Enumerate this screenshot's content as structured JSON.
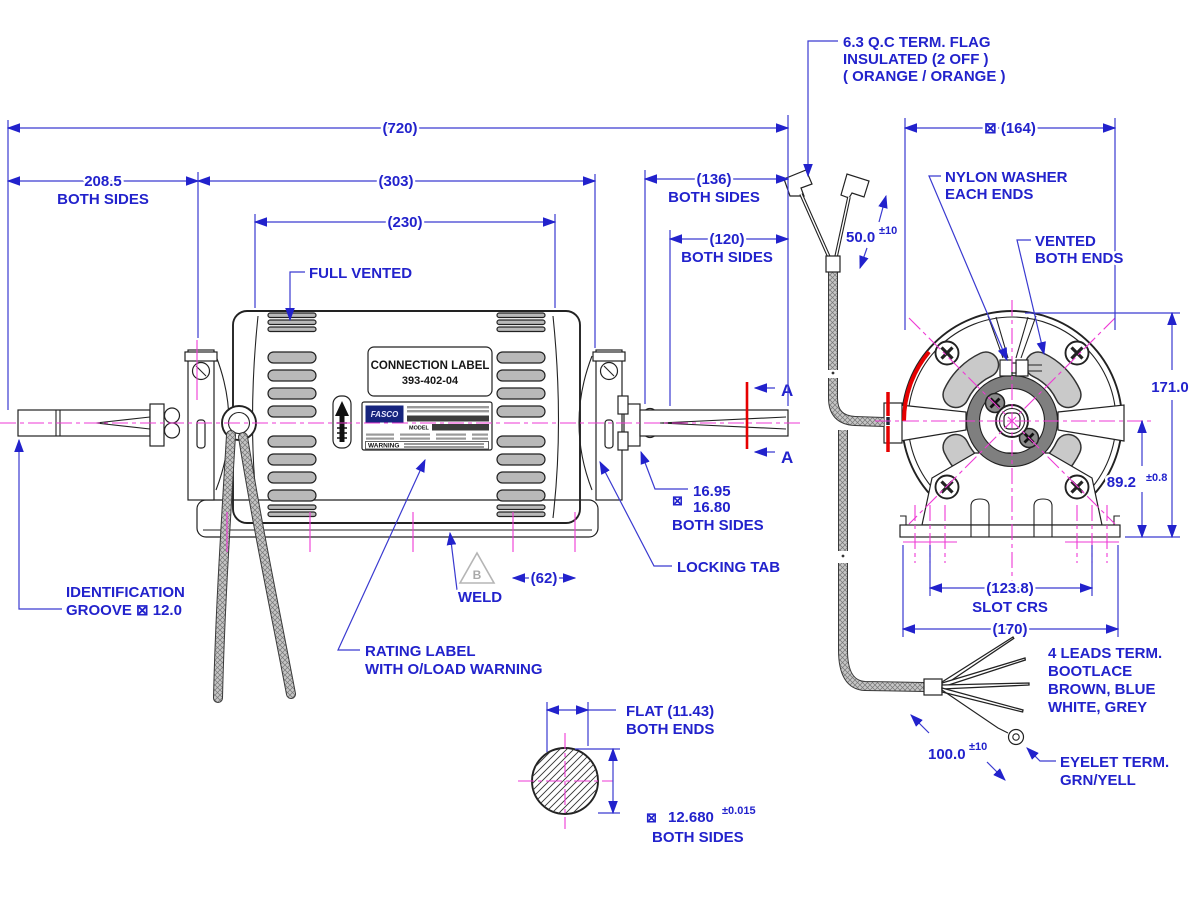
{
  "colors": {
    "dim_blue": "#2222cc",
    "line_dark": "#222222",
    "centerline_magenta": "#ee3ad4",
    "section_red": "#e60000",
    "slot_grey": "#b9b9b9",
    "logo_blue": "#16247e"
  },
  "dims": {
    "overall_length": "(720)",
    "shaft_ext": "208.5",
    "both_sides": "BOTH SIDES",
    "frame_length": "(303)",
    "vent_span": "(230)",
    "shaft_len_136": "(136)",
    "shaft_len_120": "(120)",
    "slot_62": "(62)",
    "dia_164": "⊠ (164)",
    "flag_50": "50.0",
    "flag_50_tol": "±10",
    "height_171": "171.0",
    "height_89": "89.2",
    "height_89_tol": "±0.8",
    "slot_crs_val": "(123.8)",
    "slot_crs_label": "SLOT CRS",
    "base_170": "(170)",
    "lead_100": "100.0",
    "lead_100_tol": "±10",
    "shaft_dia_sym": "⊠",
    "shaft_dia_max": "16.95",
    "shaft_dia_min": "16.80",
    "flat_label": "FLAT (11.43)",
    "flat_both_ends": "BOTH ENDS",
    "end_dia_sym": "⊠",
    "end_dia": "12.680",
    "end_dia_tol": "±0.015",
    "end_dia_both_sides": "BOTH SIDES"
  },
  "labels": {
    "full_vented": "FULL VENTED",
    "qc_flag_1": "6.3 Q.C TERM. FLAG",
    "qc_flag_2": "INSULATED (2 OFF )",
    "qc_flag_3": "( ORANGE / ORANGE )",
    "nylon_washer_1": "NYLON WASHER",
    "nylon_washer_2": "EACH ENDS",
    "vented_1": "VENTED",
    "vented_2": "BOTH ENDS",
    "identification_1": "IDENTIFICATION",
    "identification_2": "GROOVE ⊠  12.0",
    "locking_tab": "LOCKING TAB",
    "weld": "WELD",
    "weld_symbol": "B",
    "rating_label_1": "RATING LABEL",
    "rating_label_2": "WITH O/LOAD WARNING",
    "leads_1": "4 LEADS TERM.",
    "leads_2": "BOOTLACE",
    "leads_3": "BROWN, BLUE",
    "leads_4": "WHITE, GREY",
    "eyelet_1": "EYELET TERM.",
    "eyelet_2": "GRN/YELL",
    "section_a": "A"
  },
  "connection_label": {
    "line1": "CONNECTION LABEL",
    "line2": "393-402-04"
  },
  "rating_label": {
    "brand": "FASCO",
    "model": "MODEL",
    "warning": "WARNING"
  }
}
